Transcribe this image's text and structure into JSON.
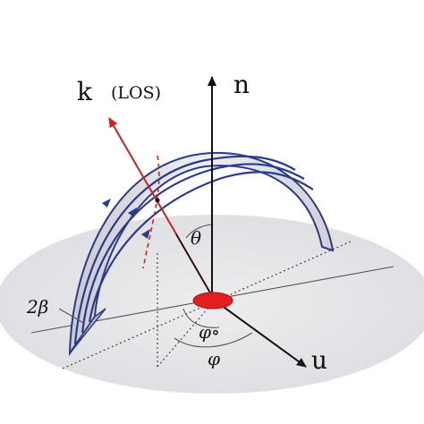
{
  "labels": {
    "k_vector": "k",
    "los": "(LOS)",
    "n_vector": "n",
    "u_vector": "u",
    "theta": "θ",
    "phi0": "φ∘",
    "phi": "φ",
    "two_beta": "2β"
  },
  "colors": {
    "background": "#ffffff",
    "ground_ellipse": "#e9eaec",
    "arch_fill": "#dcdde0",
    "arch_edge": "#2b3a8f",
    "field_lines": "#2b3a8f",
    "los_ray": "#d21f1f",
    "footpoint": "#e02020",
    "axes": "#111111",
    "guide_lines": "#555555"
  }
}
